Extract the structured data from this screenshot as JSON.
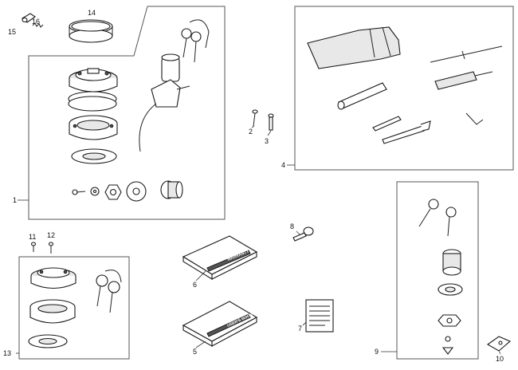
{
  "callouts": {
    "c1": "1",
    "c2": "2",
    "c3": "3",
    "c4": "4",
    "c5": "5",
    "c6": "6",
    "c7": "7",
    "c8": "8",
    "c9": "9",
    "c10": "10",
    "c11": "11",
    "c12": "12",
    "c13": "13",
    "c14": "14",
    "c15": "15",
    "c16": "16"
  },
  "books": {
    "warranty_title": "WARRANTY",
    "warranty_subtitle": "LOW BOOK",
    "manual_title": "USER'S BOOK",
    "manual_subtitle": "LOW BOOK"
  },
  "colors": {
    "line": "#1a1a1a",
    "frame": "#555555",
    "background": "#ffffff"
  }
}
